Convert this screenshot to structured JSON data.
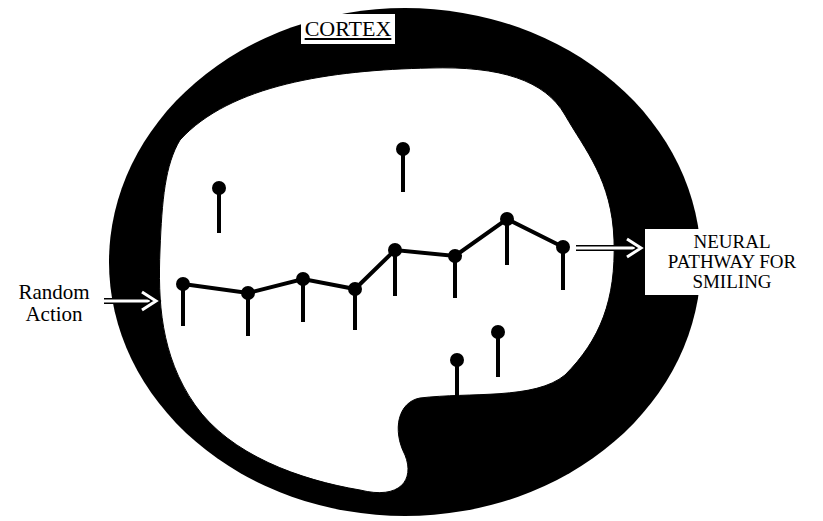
{
  "diagram": {
    "labels": [
      "CORTEX",
      "Random Action",
      "NEURAL PATHWAY FOR SMILING"
    ]
  }
}
